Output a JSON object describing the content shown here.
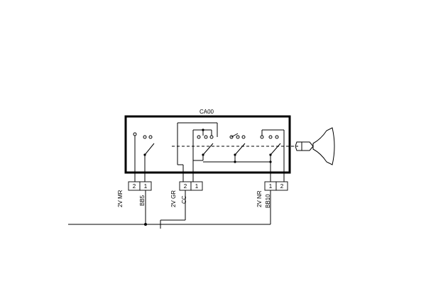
{
  "diagram": {
    "component_label": "CA00",
    "connectors": {
      "left": {
        "pins": [
          "2",
          "1"
        ],
        "wire_labels": [
          "2V MR",
          "BB5"
        ]
      },
      "middle": {
        "pins": [
          "2",
          "1"
        ],
        "wire_labels": [
          "2V GR",
          "CC"
        ]
      },
      "right": {
        "pins": [
          "1",
          "2"
        ],
        "wire_labels": [
          "2V NR",
          "BB10"
        ]
      }
    }
  }
}
